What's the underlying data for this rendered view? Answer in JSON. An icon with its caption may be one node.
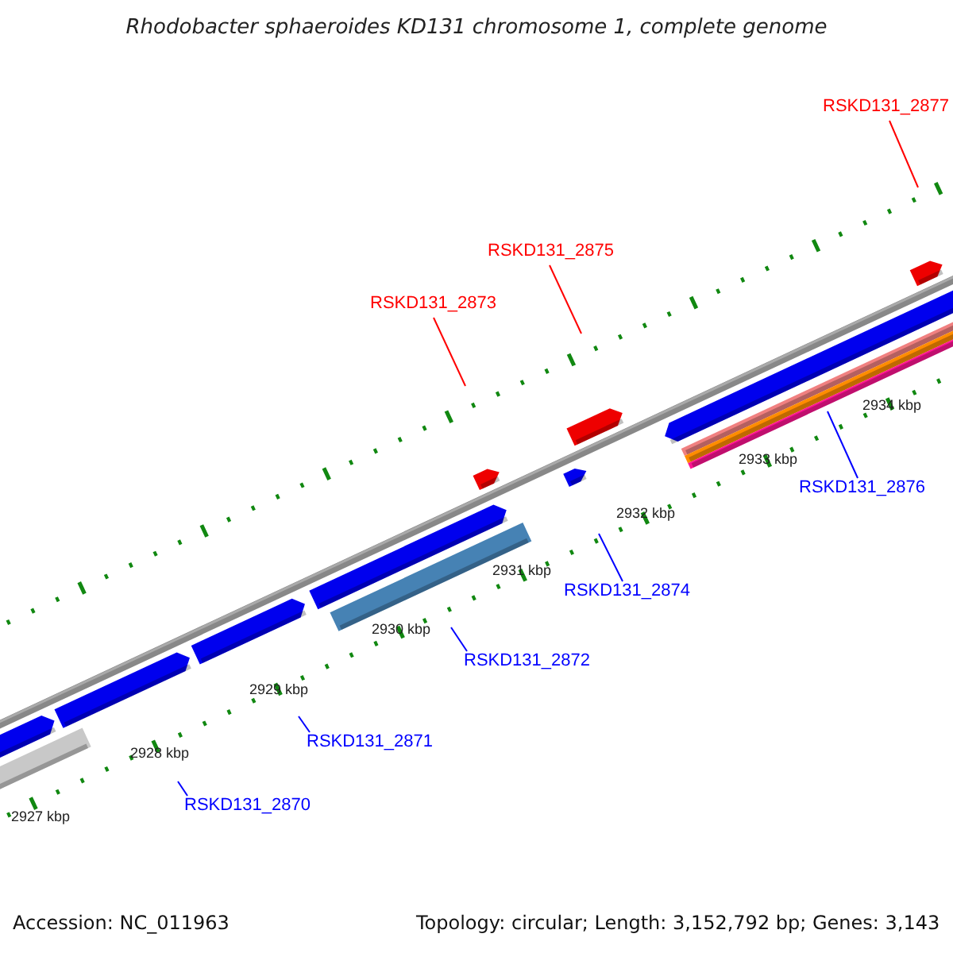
{
  "diagram": {
    "title": "Rhodobacter sphaeroides KD131 chromosome 1, complete genome",
    "nodes": [
      {
        "text": [
          "RSKD131_2877"
        ]
      },
      {
        "text": [
          "RSKD131_2875"
        ]
      },
      {
        "text": [
          "RSKD131_2873"
        ]
      },
      {
        "text": [
          "RSKD131_2876"
        ]
      },
      {
        "text": [
          "RSKD131_2874"
        ]
      },
      {
        "text": [
          "RSKD131_2872"
        ]
      },
      {
        "text": [
          "RSKD131_2871"
        ]
      },
      {
        "text": [
          "RSKD131_2870"
        ]
      }
    ],
    "edges": [
      {
        "from": 0,
        "to": null,
        "arrow": "none",
        "color": "#ff0000"
      },
      {
        "from": 1,
        "to": null,
        "arrow": "none",
        "color": "#ff0000"
      },
      {
        "from": 2,
        "to": null,
        "arrow": "none",
        "color": "#ff0000"
      },
      {
        "from": 3,
        "to": null,
        "arrow": "none"
      },
      {
        "from": 4,
        "to": null,
        "arrow": "none"
      },
      {
        "from": 5,
        "to": null,
        "arrow": "none"
      },
      {
        "from": 6,
        "to": null,
        "arrow": "none"
      },
      {
        "from": 7,
        "to": null,
        "arrow": "none"
      }
    ],
    "labels": [
      "2927 kbp",
      "2928 kbp",
      "2929 kbp",
      "2930 kbp",
      "2931 kbp",
      "2932 kbp",
      "2933 kbp",
      "2934 kbp",
      "Accession: NC_011963",
      "Topology: circular; Length: 3,152,792 bp; Genes: 3,143"
    ]
  }
}
